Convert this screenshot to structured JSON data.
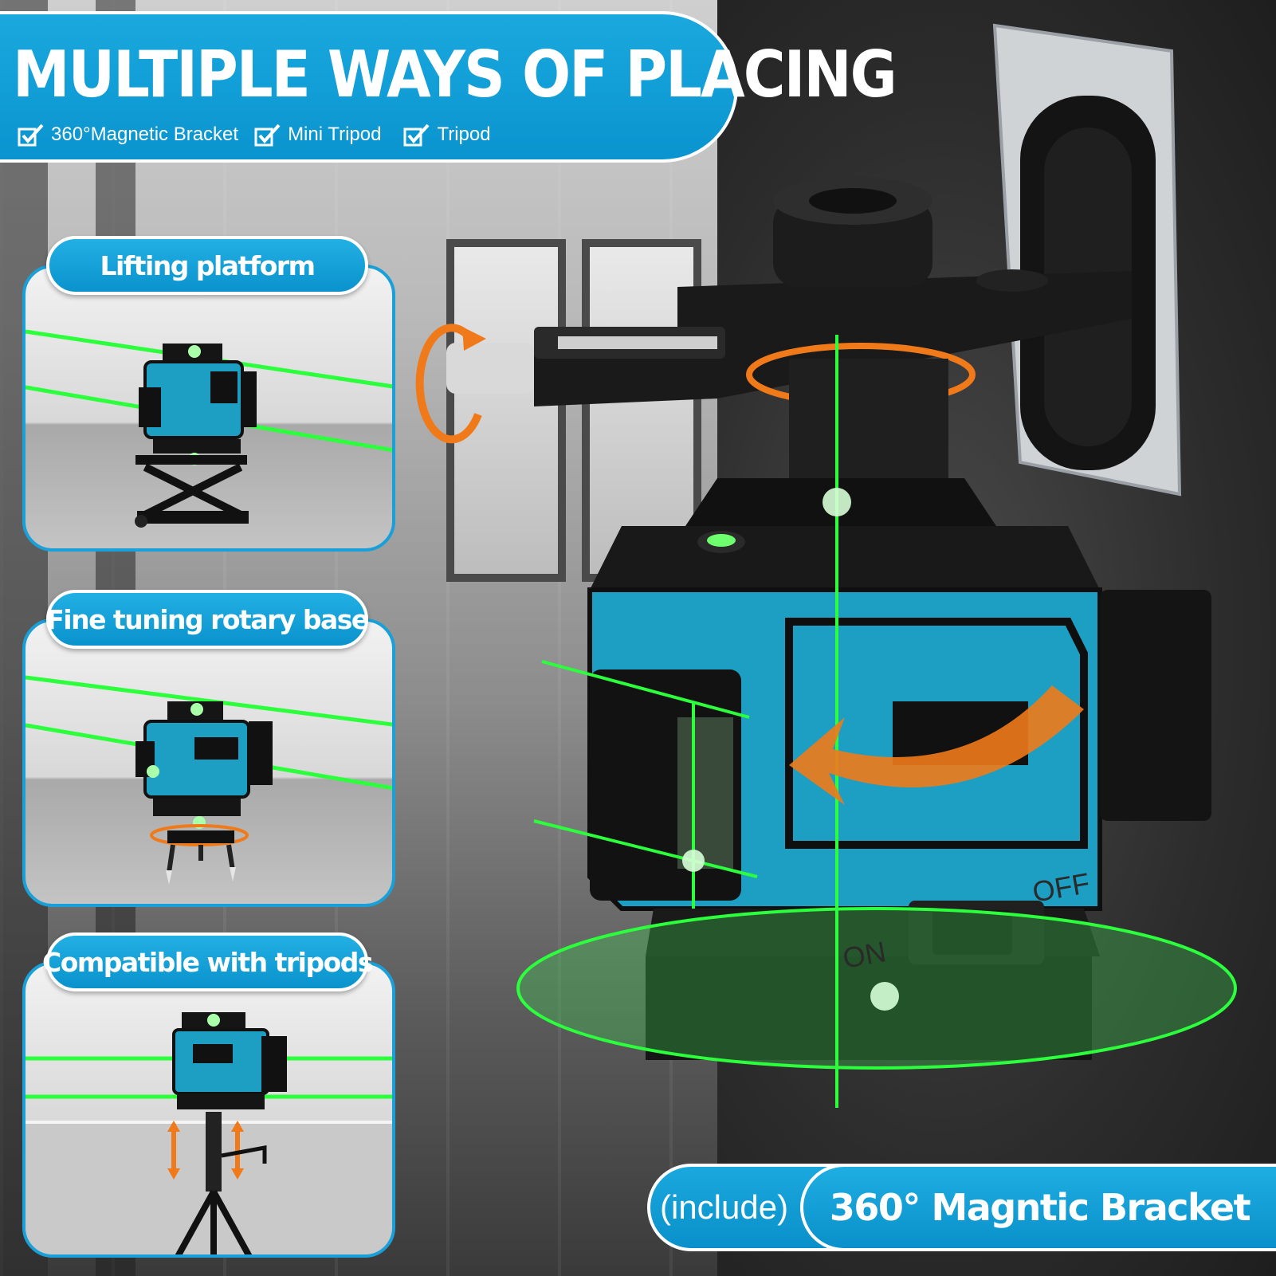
{
  "header": {
    "title": "MULTIPLE WAYS OF PLACING",
    "options": [
      "360°Magnetic Bracket",
      "Mini Tripod",
      "Tripod"
    ]
  },
  "panels": [
    {
      "label": "Lifting platform"
    },
    {
      "label": "Fine tuning rotary base"
    },
    {
      "label": "Compatible with tripods"
    }
  ],
  "device": {
    "switch_on": "ON",
    "switch_off": "OFF"
  },
  "footer": {
    "include": "(include)",
    "bracket": "360° Magntic Bracket"
  },
  "colors": {
    "brand_blue": "#0a94cf",
    "laser_green": "#2cff3c",
    "arrow_orange": "#f07a1a",
    "device_blue": "#1d9fc4"
  }
}
